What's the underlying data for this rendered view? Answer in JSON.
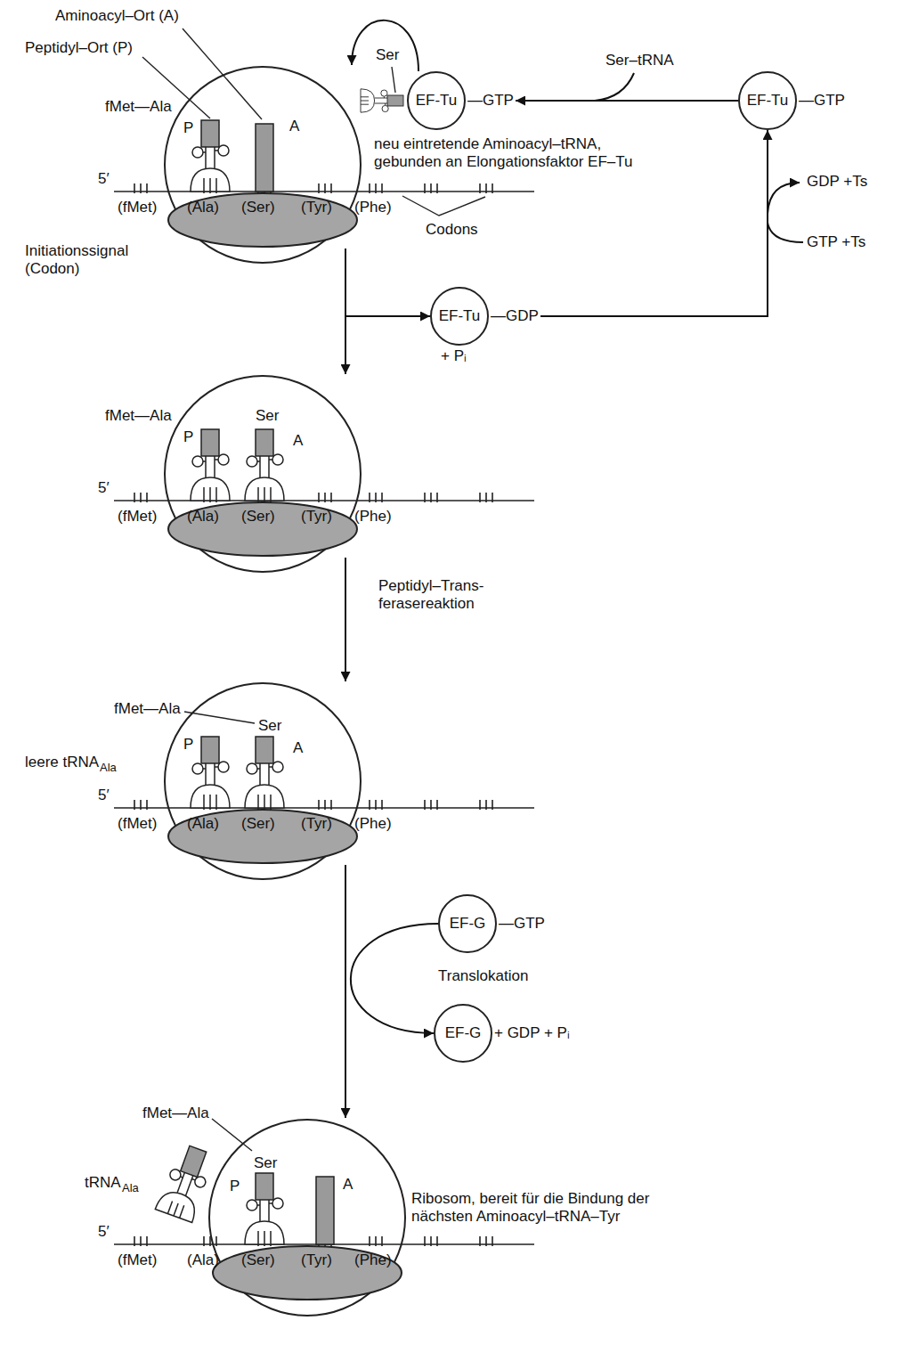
{
  "diagram": {
    "nodes": [
      {
        "text": [
          "fMet—Ala",
          "P",
          "A"
        ]
      },
      {
        "text": [
          "EF-Tu",
          "—GTP"
        ]
      },
      {
        "text": [
          "EF-Tu",
          "—GTP"
        ]
      },
      {
        "text": [
          "EF-Tu",
          "—GDP",
          "+ Pᵢ"
        ]
      },
      {
        "text": [
          "fMet—Ala",
          "Ser",
          "P",
          "A"
        ]
      },
      {
        "text": [
          "fMet—Ala",
          "Ser",
          "P",
          "A"
        ]
      },
      {
        "text": [
          "EF-G",
          "—GTP"
        ]
      },
      {
        "text": [
          "EF-G",
          "+ GDP + Pᵢ"
        ]
      },
      {
        "text": [
          "Ser",
          "P",
          "A"
        ]
      }
    ],
    "edges": [
      {
        "from": 2,
        "to": 1,
        "arrow": "to"
      },
      {
        "from": 1,
        "to": 0,
        "arrow": "to"
      },
      {
        "from": 0,
        "to": 4,
        "arrow": "to"
      },
      {
        "from": 0,
        "to": 3,
        "arrow": "to"
      },
      {
        "from": 3,
        "to": 2,
        "arrow": "to"
      },
      {
        "from": 4,
        "to": 5,
        "arrow": "to",
        "label": "Peptidyl–Trans- ferasereaktion"
      },
      {
        "from": 5,
        "to": 8,
        "arrow": "to"
      },
      {
        "from": 6,
        "to": 7,
        "arrow": "to",
        "label": "Translokation"
      }
    ],
    "labels": [
      "Aminoacyl–Ort (A)",
      "Peptidyl–Ort (P)",
      "Ser",
      "Ser–tRNA",
      "neu eintretende Aminoacyl–tRNA, gebunden an Elongationsfaktor EF–Tu",
      "5′",
      "(fMet)",
      "(Ala)",
      "(Ser)",
      "(Tyr)",
      "(Phe)",
      "Codons",
      "Initiationssignal (Codon)",
      "GDP +Ts",
      "GTP +Ts",
      "5′",
      "(fMet)",
      "(Ala)",
      "(Ser)",
      "(Tyr)",
      "(Phe)",
      "leere tRNA",
      "Ala",
      "5′",
      "(fMet)",
      "(Ala)",
      "(Ser)",
      "(Tyr)",
      "(Phe)",
      "fMet—Ala",
      "tRNA",
      "Ala",
      "Ribosom, bereit für die Bindung der nächsten Aminoacyl–tRNA–Tyr",
      "5′",
      "(fMet)",
      "(Ala)",
      "(Ser)",
      "(Tyr)",
      "(Phe)"
    ]
  }
}
